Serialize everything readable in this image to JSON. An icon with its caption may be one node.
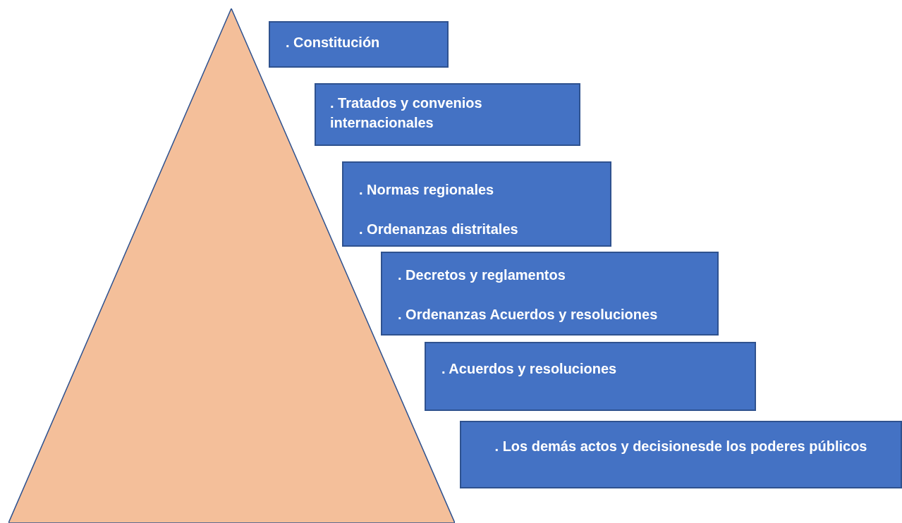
{
  "diagram": {
    "nodes": [
      {
        "text": [],
        "shape": "triangle"
      },
      {
        "text": [
          ". Constitución"
        ]
      },
      {
        "text": [
          ". Tratados y convenios internacionales"
        ]
      },
      {
        "text": [
          ". Normas regionales",
          ". Ordenanzas distritales"
        ]
      },
      {
        "text": [
          ". Decretos y reglamentos",
          ". Ordenanzas Acuerdos y resoluciones"
        ]
      },
      {
        "text": [
          ". Acuerdos y resoluciones"
        ]
      },
      {
        "text": [
          ". Los demás actos y decisionesde los poderes públicos"
        ]
      }
    ],
    "edges": []
  }
}
